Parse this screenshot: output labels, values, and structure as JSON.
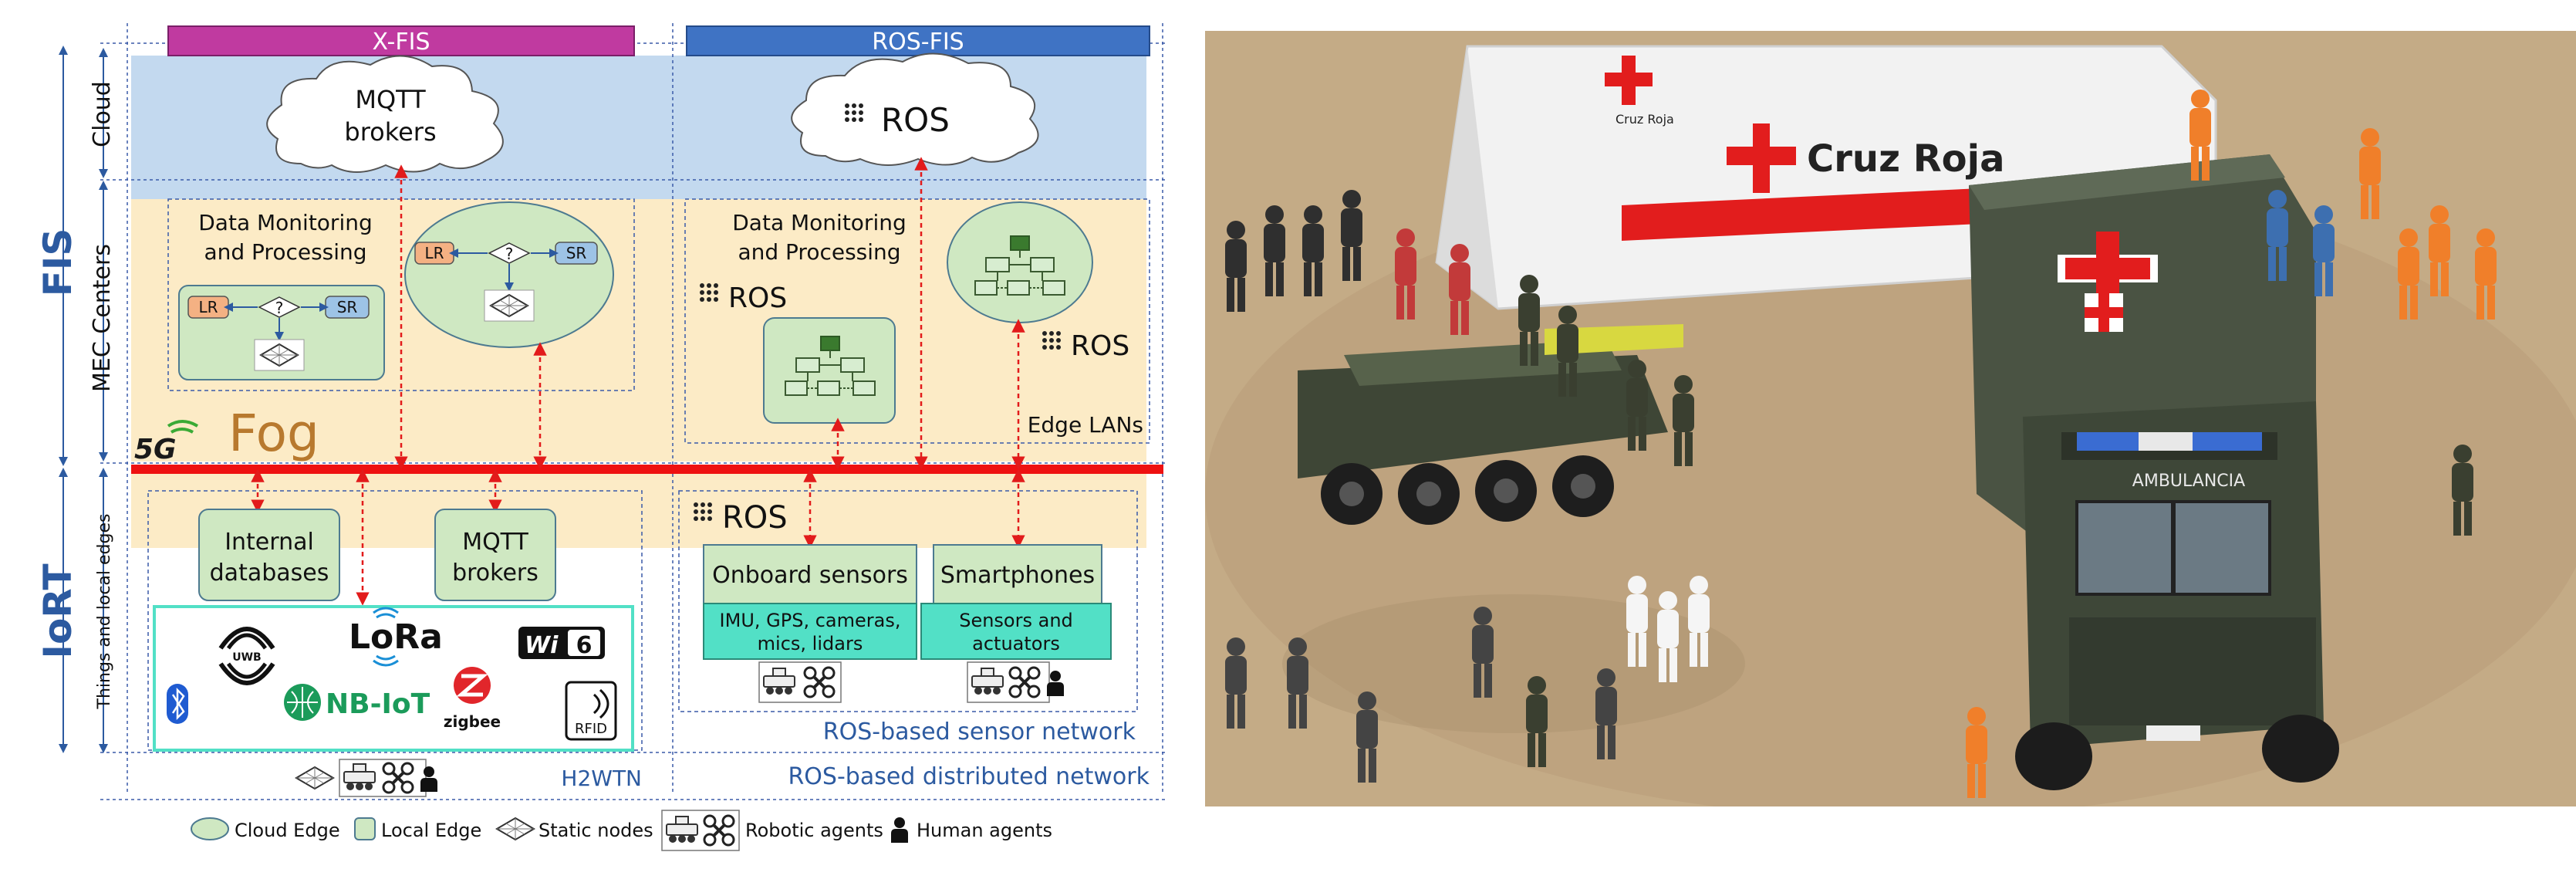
{
  "diagram": {
    "side_labels": {
      "fis": "FIS",
      "iort": "IoRT",
      "cloud": "Cloud",
      "mec": "MEC Centers",
      "things": "Things and local edges"
    },
    "headers": {
      "xfis": "X-FIS",
      "rosfis": "ROS-FIS"
    },
    "cloud": {
      "mqtt_line1": "MQTT",
      "mqtt_line2": "brokers",
      "ros": "ROS"
    },
    "mec": {
      "dmp_left_line1": "Data Monitoring",
      "dmp_left_line2": "and Processing",
      "dmp_right_line1": "Data Monitoring",
      "dmp_right_line2": "and Processing",
      "lr": "LR",
      "sr": "SR",
      "q": "?",
      "ros_left": "ROS",
      "ros_right": "ROS",
      "edge_lans": "Edge LANs",
      "fiveg": "5G",
      "fog": "Fog"
    },
    "things": {
      "internal_db_line1": "Internal",
      "internal_db_line2": "databases",
      "mqtt_line1": "MQTT",
      "mqtt_line2": "brokers",
      "ros": "ROS",
      "onboard_sensors": "Onboard sensors",
      "smartphones": "Smartphones",
      "imu_line1": "IMU, GPS, cameras,",
      "imu_line2": "mics, lidars",
      "sa_line1": "Sensors and",
      "sa_line2": "actuators",
      "ros_sensor_network": "ROS-based sensor network",
      "ros_distributed_network": "ROS-based distributed network",
      "h2wtn": "H2WTN"
    },
    "tech": {
      "uwb": "UWB",
      "lora": "LoRa",
      "wifi": "Wi",
      "wifi6": "6",
      "nbiot": "NB-IoT",
      "zigbee": "zigbee",
      "rfid": "RFID"
    },
    "legend": {
      "cloud_edge": "Cloud Edge",
      "local_edge": "Local Edge",
      "static_nodes": "Static nodes",
      "robotic_agents": "Robotic agents",
      "human_agents": "Human agents"
    },
    "colors": {
      "cloud_band": "#c3d9ef",
      "mec_band": "#fcebc6",
      "xfis_header": "#c03aa0",
      "rosfis_header": "#3f73c4",
      "fog_bar": "#ee1111",
      "green_fill": "#cfe8c2",
      "teal_fill": "#52e0c6",
      "dash_blue": "#3a5aa8"
    }
  },
  "photo": {
    "tent_text": "Cruz Roja",
    "tent_small_text": "Cruz Roja",
    "ambulance_text": "AMBULANCIA"
  }
}
